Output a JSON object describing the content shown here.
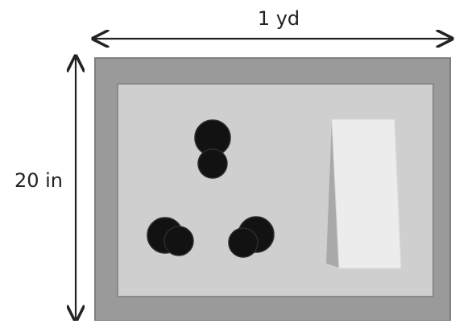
{
  "diagram": {
    "width_label": "1 yd",
    "height_label": "20 in",
    "colors": {
      "outer_plate": "#9a9a9a",
      "outer_plate_stroke": "#7f7f7f",
      "inner_plate": "#cfcfcf",
      "inner_plate_stroke": "#8a8a8a",
      "socket_hole": "#121212",
      "switch_face": "#ececec",
      "switch_side": "#a9a9a9",
      "arrow": "#222222"
    },
    "icons": {
      "socket_holes": "three-pin-socket-holes",
      "switch": "rocker-switch"
    }
  }
}
